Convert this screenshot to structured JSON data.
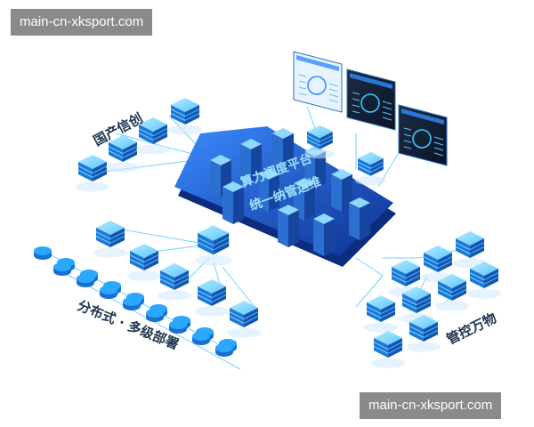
{
  "watermarks": {
    "top": "main-cn-xksport.com",
    "bottom": "main-cn-xksport.com"
  },
  "captions": {
    "xinchuang": "国产信创",
    "distributed": "分布式 · 多级部署",
    "control": "管控万物"
  },
  "platform": {
    "line1": "算力调度平台",
    "line2": "统一纳管运维"
  },
  "colors": {
    "platform_dark": "#123a9a",
    "platform_light": "#2f7dff",
    "server_top": "#7ed9ff",
    "server_side": "#1a78d8",
    "disk_blue": "#2aa7ff",
    "link_line": "#45c4ff",
    "caption_text": "#1f3550",
    "watermark_bg": "#8a8a8a"
  }
}
